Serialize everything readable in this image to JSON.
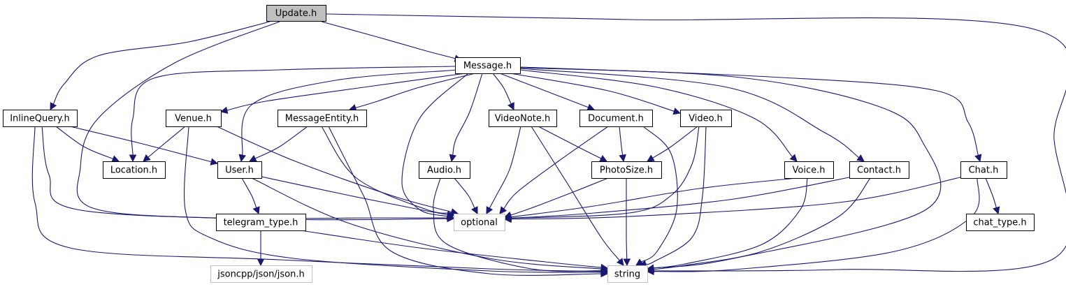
{
  "graph": {
    "colors": {
      "edge": "#191970",
      "border": "#000000",
      "missing_border": "#bfbfbf",
      "root_fill": "#bfbfbf",
      "node_fill": "#ffffff",
      "text": "#000000"
    },
    "nodes": {
      "update": {
        "label": "Update.h",
        "kind": "root"
      },
      "message": {
        "label": "Message.h",
        "kind": "file"
      },
      "inline_query": {
        "label": "InlineQuery.h",
        "kind": "file"
      },
      "venue": {
        "label": "Venue.h",
        "kind": "file"
      },
      "message_entity": {
        "label": "MessageEntity.h",
        "kind": "file"
      },
      "video_note": {
        "label": "VideoNote.h",
        "kind": "file"
      },
      "document": {
        "label": "Document.h",
        "kind": "file"
      },
      "video": {
        "label": "Video.h",
        "kind": "file"
      },
      "location": {
        "label": "Location.h",
        "kind": "file"
      },
      "user": {
        "label": "User.h",
        "kind": "file"
      },
      "audio": {
        "label": "Audio.h",
        "kind": "file"
      },
      "photo_size": {
        "label": "PhotoSize.h",
        "kind": "file"
      },
      "voice": {
        "label": "Voice.h",
        "kind": "file"
      },
      "contact": {
        "label": "Contact.h",
        "kind": "file"
      },
      "chat": {
        "label": "Chat.h",
        "kind": "file"
      },
      "optional": {
        "label": "optional",
        "kind": "missing"
      },
      "telegram_type": {
        "label": "telegram_type.h",
        "kind": "file"
      },
      "chat_type": {
        "label": "chat_type.h",
        "kind": "file"
      },
      "jsoncpp": {
        "label": "jsoncpp/json/json.h",
        "kind": "missing"
      },
      "string": {
        "label": "string",
        "kind": "missing"
      }
    },
    "edges": [
      [
        "update",
        "message"
      ],
      [
        "update",
        "inline_query"
      ],
      [
        "update",
        "optional"
      ],
      [
        "update",
        "string"
      ],
      [
        "message",
        "venue"
      ],
      [
        "message",
        "message_entity"
      ],
      [
        "message",
        "video_note"
      ],
      [
        "message",
        "document"
      ],
      [
        "message",
        "video"
      ],
      [
        "message",
        "location"
      ],
      [
        "message",
        "user"
      ],
      [
        "message",
        "audio"
      ],
      [
        "message",
        "voice"
      ],
      [
        "message",
        "contact"
      ],
      [
        "message",
        "chat"
      ],
      [
        "message",
        "optional"
      ],
      [
        "message",
        "string"
      ],
      [
        "inline_query",
        "location"
      ],
      [
        "inline_query",
        "user"
      ],
      [
        "inline_query",
        "optional"
      ],
      [
        "inline_query",
        "string"
      ],
      [
        "venue",
        "location"
      ],
      [
        "venue",
        "optional"
      ],
      [
        "venue",
        "string"
      ],
      [
        "message_entity",
        "user"
      ],
      [
        "message_entity",
        "optional"
      ],
      [
        "message_entity",
        "string"
      ],
      [
        "video_note",
        "photo_size"
      ],
      [
        "video_note",
        "optional"
      ],
      [
        "video_note",
        "string"
      ],
      [
        "document",
        "photo_size"
      ],
      [
        "document",
        "optional"
      ],
      [
        "document",
        "string"
      ],
      [
        "video",
        "photo_size"
      ],
      [
        "video",
        "optional"
      ],
      [
        "video",
        "string"
      ],
      [
        "user",
        "telegram_type"
      ],
      [
        "user",
        "optional"
      ],
      [
        "user",
        "string"
      ],
      [
        "audio",
        "optional"
      ],
      [
        "audio",
        "string"
      ],
      [
        "photo_size",
        "optional"
      ],
      [
        "photo_size",
        "string"
      ],
      [
        "voice",
        "optional"
      ],
      [
        "voice",
        "string"
      ],
      [
        "contact",
        "optional"
      ],
      [
        "contact",
        "string"
      ],
      [
        "chat",
        "chat_type"
      ],
      [
        "chat",
        "optional"
      ],
      [
        "chat",
        "string"
      ],
      [
        "telegram_type",
        "jsoncpp"
      ],
      [
        "telegram_type",
        "string"
      ]
    ]
  }
}
